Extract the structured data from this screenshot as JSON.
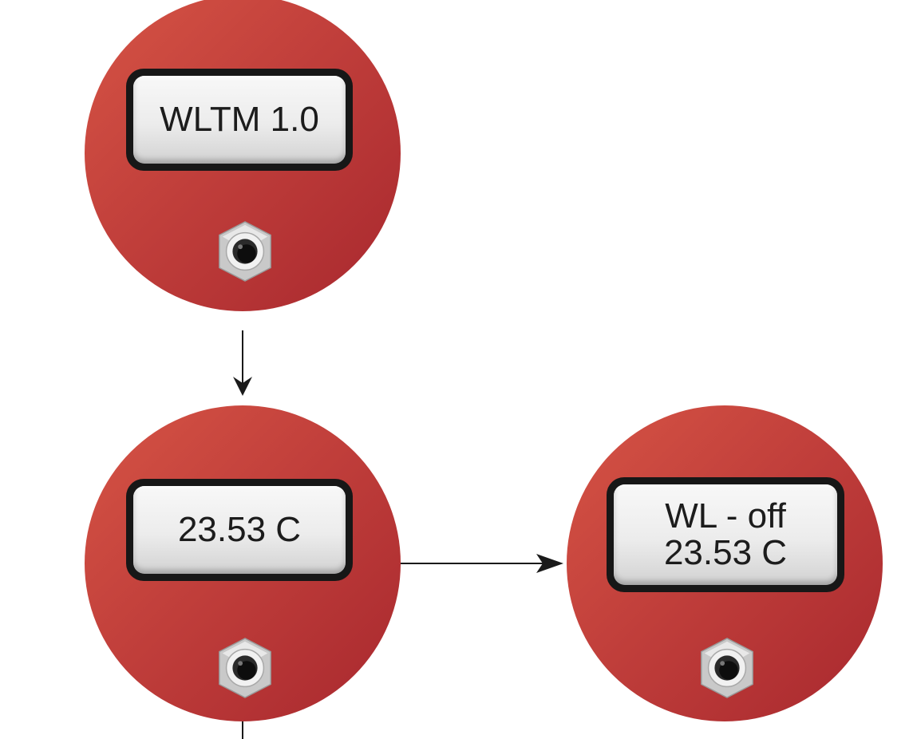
{
  "devices": [
    {
      "id": "boot",
      "lines": [
        "WLTM 1.0",
        ""
      ]
    },
    {
      "id": "temperature",
      "lines": [
        "23.53 C",
        ""
      ]
    },
    {
      "id": "wl-status",
      "lines": [
        "WL - off",
        "23.53 C"
      ]
    }
  ],
  "colors": {
    "body_light": "#d65445",
    "body_dark": "#a8282e",
    "bezel": "#171717",
    "screen": "#ececec",
    "text": "#1c1c1c",
    "arrow": "#1a1a1a"
  },
  "icons": {
    "connector": "cable-gland-icon",
    "arrow": "arrow-head-icon"
  }
}
